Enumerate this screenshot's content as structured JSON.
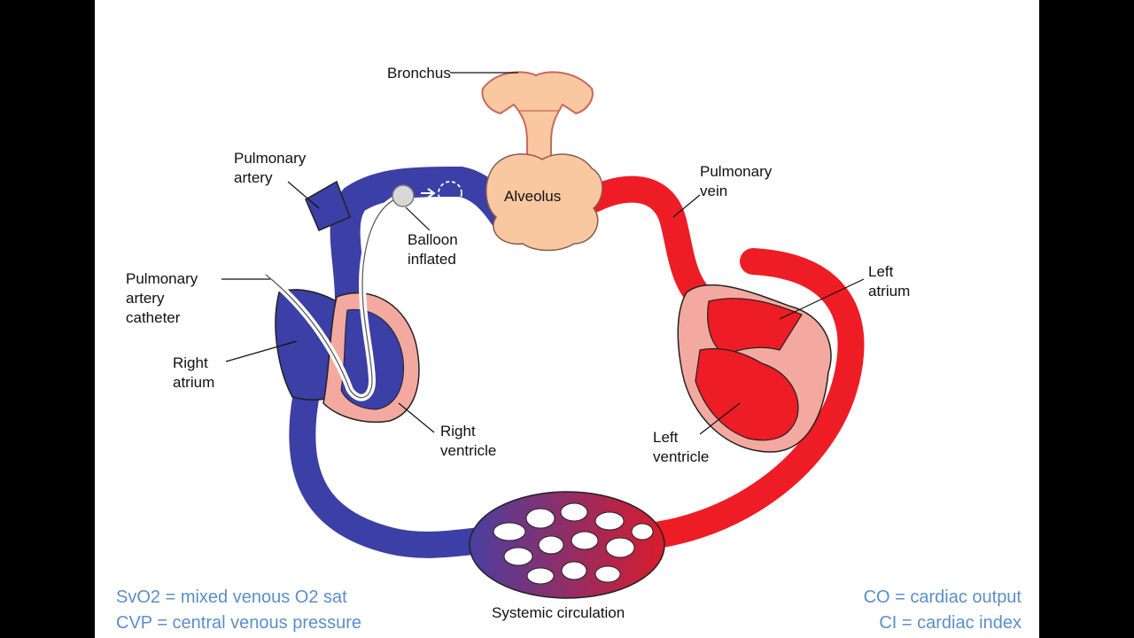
{
  "labels": {
    "bronchus": "Bronchus",
    "pulmonary_artery": [
      "Pulmonary",
      "artery"
    ],
    "alveolus": "Alveolus",
    "pulmonary_vein": [
      "Pulmonary",
      "vein"
    ],
    "balloon": [
      "Balloon",
      "inflated"
    ],
    "catheter": [
      "Pulmonary",
      "artery",
      "catheter"
    ],
    "right_atrium": [
      "Right",
      "atrium"
    ],
    "right_ventricle": [
      "Right",
      "ventricle"
    ],
    "left_atrium": [
      "Left",
      "atrium"
    ],
    "left_ventricle": [
      "Left",
      "ventricle"
    ],
    "systemic": "Systemic circulation"
  },
  "notes": {
    "left": [
      "SvO2 = mixed venous O2 sat",
      "CVP = central venous pressure"
    ],
    "right": [
      "CO = cardiac output",
      "CI = cardiac index"
    ]
  },
  "colors": {
    "venous_blue": "#3b3fa6",
    "arterial_red": "#ee1c24",
    "tissue_pink": "#f4a9a0",
    "airway_tan": "#f9c7a0",
    "note_blue": "#5b8fc8",
    "background": "#000000"
  }
}
